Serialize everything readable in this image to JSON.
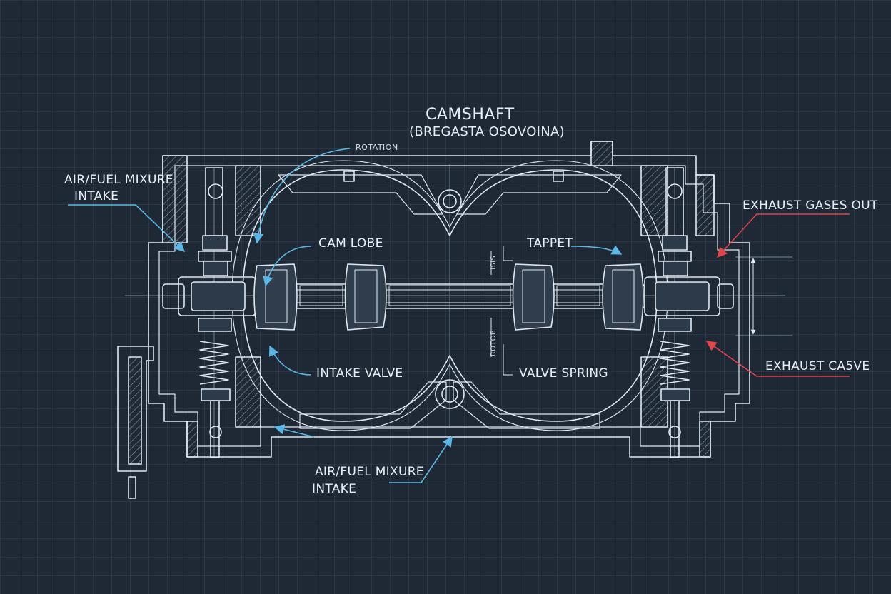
{
  "diagram": {
    "title": "CAMSHAFT",
    "subtitle": "(BREGASTA OSOVOINA)",
    "labels": {
      "rotation": "ROTATION",
      "air_fuel_top_line1": "AIR/FUEL MIXURE",
      "air_fuel_top_line2": "INTAKE",
      "cam_lobe": "CAM LOBE",
      "tappet": "TAPPET",
      "exhaust_gases_out": "EXHAUST GASES OUT",
      "intake_valve": "INTAKE VALVE",
      "valve_spring": "VALVE SPRING",
      "exhaust_valve": "EXHAUST CA5VE",
      "air_fuel_bottom_line1": "AIR/FUEL MIXURE",
      "air_fuel_bottom_line2": "INTAKE",
      "side_mark_top": "ISIS",
      "side_mark_bottom": "ROTOB"
    },
    "colors": {
      "background": "#1f2935",
      "line": "#dfe8f2",
      "accent_blue": "#5ab8e6",
      "accent_red": "#e0434a"
    }
  }
}
